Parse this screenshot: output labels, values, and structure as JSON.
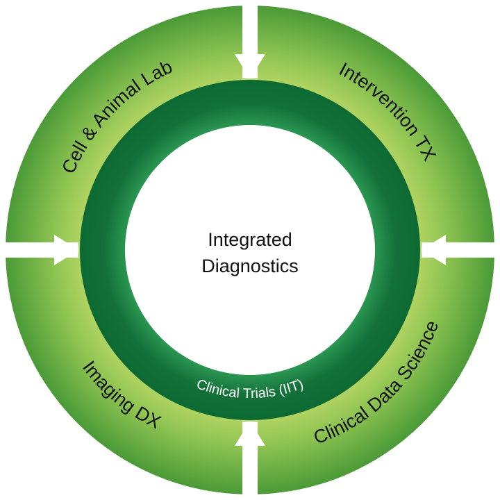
{
  "center": {
    "line1": "Integrated",
    "line2": "Diagnostics"
  },
  "ring": {
    "label": "Clinical Trials (IIT)"
  },
  "quadrants": [
    {
      "label": "Cell & Animal Lab"
    },
    {
      "label": "Intervention TX"
    },
    {
      "label": "Clinical Data Science"
    },
    {
      "label": "Imaging DX"
    }
  ],
  "colors": {
    "outer_light": "#c8dd6a",
    "outer_dark": "#4e9c38",
    "ring_dark": "#0d6a33",
    "ring_mid": "#1e8a45",
    "center": "#ffffff"
  },
  "icons": [
    "arrow-down-icon",
    "arrow-right-icon",
    "arrow-left-icon",
    "arrow-up-icon"
  ]
}
